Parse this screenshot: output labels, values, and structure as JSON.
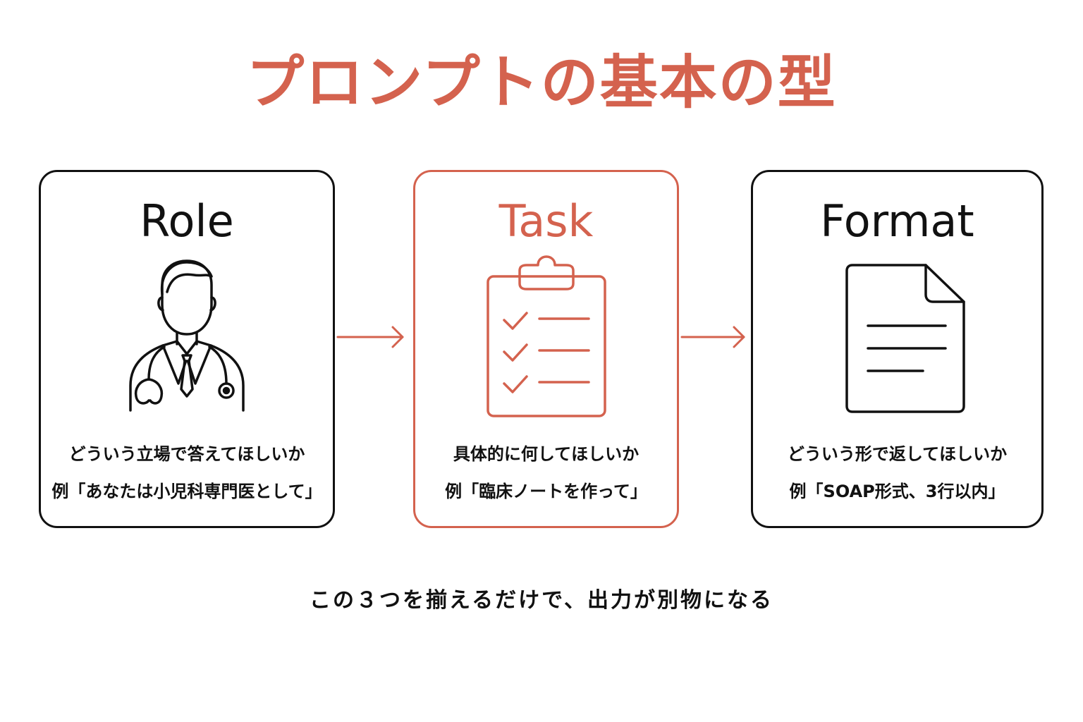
{
  "title": "プロンプトの基本の型",
  "colors": {
    "accent": "#d4624e",
    "text": "#111111",
    "background": "#ffffff"
  },
  "cards": [
    {
      "heading": "Role",
      "icon": "doctor-icon",
      "description": "どういう立場で答えてほしいか",
      "example": "例「あなたは小児科専門医として」"
    },
    {
      "heading": "Task",
      "icon": "clipboard-checklist-icon",
      "description": "具体的に何してほしいか",
      "example": "例「臨床ノートを作って」"
    },
    {
      "heading": "Format",
      "icon": "document-icon",
      "description": "どういう形で返してほしいか",
      "example": "例「SOAP形式、3行以内」"
    }
  ],
  "footer": "この３つを揃えるだけで、出力が別物になる"
}
